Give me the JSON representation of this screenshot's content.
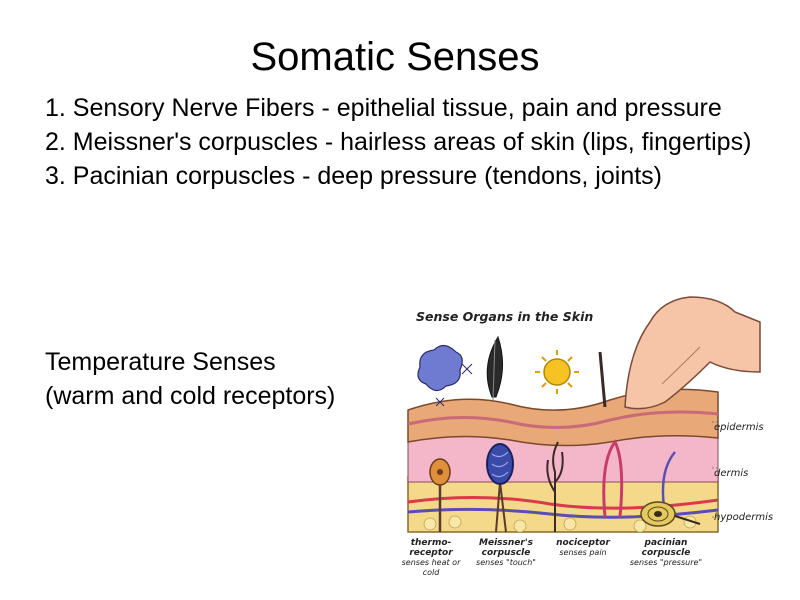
{
  "slide": {
    "title": "Somatic Senses",
    "points": [
      "1. Sensory Nerve Fibers - epithelial tissue, pain and pressure",
      "2. Meissner's corpuscles - hairless areas of skin (lips, fingertips)",
      "3. Pacinian corpuscles - deep pressure (tendons, joints)"
    ],
    "temperature": {
      "line1": "Temperature Senses",
      "line2": "(warm and cold receptors)"
    }
  },
  "figure": {
    "title": "Sense Organs in the Skin",
    "layers": [
      "epidermis",
      "dermis",
      "hypodermis"
    ],
    "receptors": [
      {
        "name": "thermo-receptor",
        "desc": "senses heat or cold"
      },
      {
        "name": "Meissner's corpuscle",
        "desc": "senses \"touch\""
      },
      {
        "name": "nociceptor",
        "desc": "senses pain"
      },
      {
        "name": "pacinian corpuscle",
        "desc": "senses \"pressure\""
      }
    ],
    "colors": {
      "epidermis": "#e8a878",
      "dermis": "#f3b7c9",
      "hypodermis": "#f4d98b",
      "nerve": "#5a3a2a",
      "vessel_red": "#d8394b",
      "vessel_blue": "#5a4fb0"
    }
  }
}
